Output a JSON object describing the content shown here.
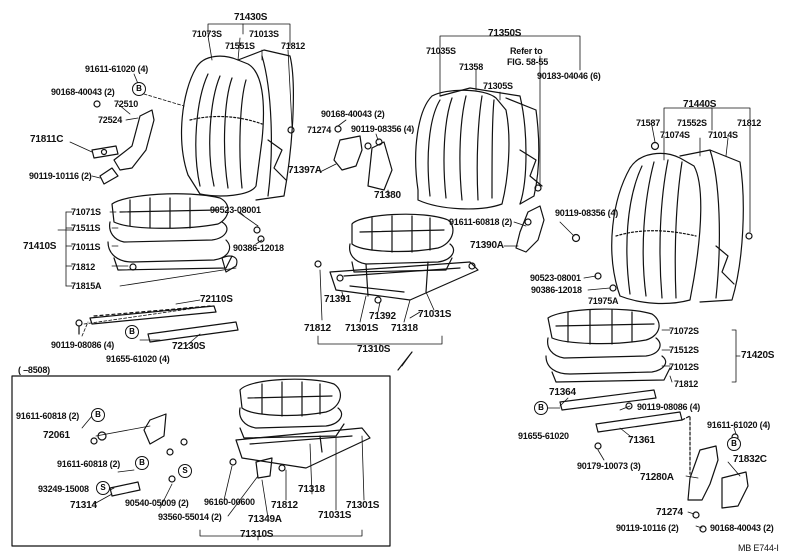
{
  "diagram_id": "MB  E744-I",
  "inset_range": "(      –8508)",
  "markers": {
    "b": "B",
    "s": "S"
  },
  "refer_note": {
    "line1": "Refer to",
    "line2": "FIG. 58-55"
  },
  "left_seat_labels": {
    "p71430S": "71430S",
    "p71073S": "71073S",
    "p71013S": "71013S",
    "p71551S": "71551S",
    "p71812a": "71812",
    "p91611_61020": "91611-61020 (4)",
    "p90168_40043": "90168-40043 (2)",
    "p72510": "72510",
    "p72524": "72524",
    "p71811C": "71811C",
    "p90119_10116": "90119-10116 (2)",
    "p71071S": "71071S",
    "p71511S": "71511S",
    "p71410S": "71410S",
    "p71011S": "71011S",
    "p71812b": "71812",
    "p71815A": "71815A",
    "p72110S": "72110S",
    "p90119_08086": "90119-08086 (4)",
    "p72130S": "72130S",
    "p91655_61020": "91655-61020 (4)"
  },
  "middle_labels": {
    "p90168_40043": "90168-40043 (2)",
    "p71274": "71274",
    "p90119_08356": "90119-08356 (4)",
    "p71397A": "71397A",
    "p71380": "71380",
    "p90523_08001": "90523-08001",
    "p90386_12018": "90386-12018",
    "p71391": "71391",
    "p71392": "71392",
    "p71812": "71812",
    "p71301S": "71301S",
    "p71318": "71318",
    "p71031S": "71031S",
    "p71310S": "71310S"
  },
  "back_labels": {
    "p71350S": "71350S",
    "p71035S": "71035S",
    "p71358": "71358",
    "p71305S": "71305S",
    "p90183_04046": "90183-04046 (6)",
    "p91611_60818": "91611-60818 (2)",
    "p90119_08356": "90119-08356 (4)",
    "p71390A": "71390A",
    "p90523_08001": "90523-08001",
    "p90386_12018": "90386-12018",
    "p71975A": "71975A"
  },
  "right_seat_labels": {
    "p71440S": "71440S",
    "p71587": "71587",
    "p71552S": "71552S",
    "p71074S": "71074S",
    "p71812a": "71812",
    "p71014S": "71014S",
    "p71072S": "71072S",
    "p71512S": "71512S",
    "p71420S": "71420S",
    "p71012S": "71012S",
    "p71812b": "71812",
    "p71364": "71364",
    "p90119_08086": "90119-08086 (4)",
    "p91655_61020": "91655-61020",
    "p71361": "71361",
    "p91611_61020": "91611-61020 (4)",
    "p90179_10073": "90179-10073 (3)",
    "p71832C": "71832C",
    "p71280A": "71280A",
    "p71274": "71274",
    "p90119_10116": "90119-10116 (2)",
    "p90168_40043": "90168-40043 (2)"
  },
  "inset_labels": {
    "p91611_60818a": "91611-60818 (2)",
    "p72061": "72061",
    "p91611_60818b": "91611-60818 (2)",
    "p93249_15008": "93249-15008",
    "p90540_05009": "90540-05009 (2)",
    "p71314": "71314",
    "p96160_00600": "96160-00600",
    "p93560_55014": "93560-55014 (2)",
    "p71812": "71812",
    "p71349A": "71349A",
    "p71318": "71318",
    "p71031S": "71031S",
    "p71301S": "71301S",
    "p71310S": "71310S"
  }
}
